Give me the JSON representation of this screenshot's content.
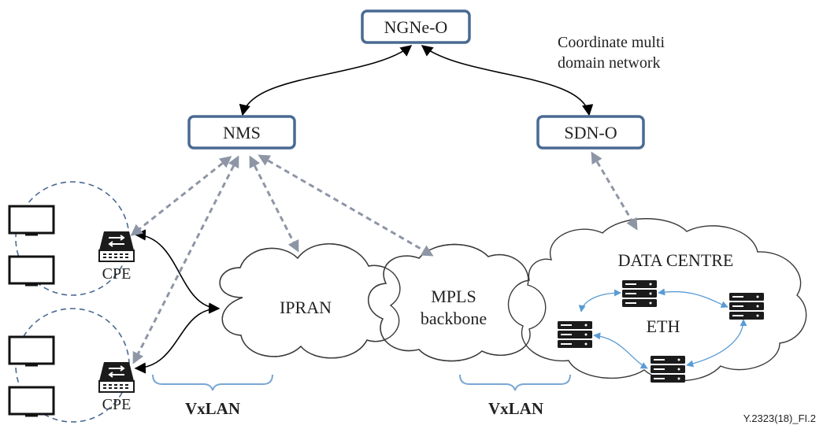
{
  "nodes": {
    "ngne_o": "NGNe-O",
    "nms": "NMS",
    "sdn_o": "SDN-O"
  },
  "annotation": {
    "line1": "Coordinate multi",
    "line2": "domain network"
  },
  "clouds": {
    "ipran": "IPRAN",
    "mpls_line1": "MPLS",
    "mpls_line2": "backbone",
    "data_centre": "DATA CENTRE",
    "eth": "ETH"
  },
  "devices": {
    "cpe_top": "CPE",
    "cpe_bottom": "CPE"
  },
  "vxlan": {
    "left": "VxLAN",
    "right": "VxLAN"
  },
  "figure_id": "Y.2323(18)_FI.2"
}
